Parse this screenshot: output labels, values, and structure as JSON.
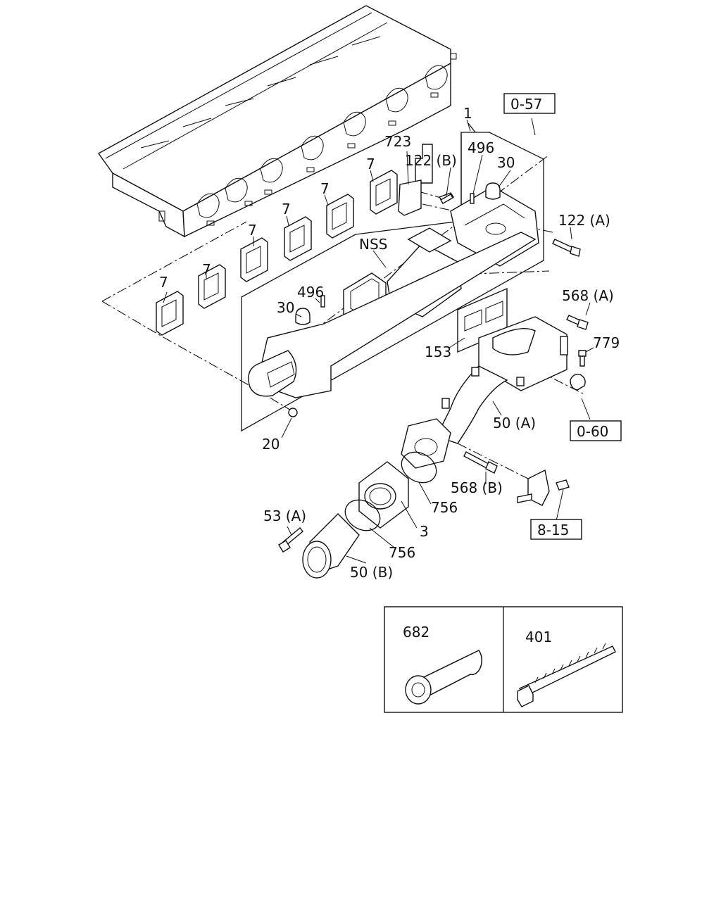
{
  "callouts": {
    "c_1": "1",
    "c_723": "723",
    "c_122b": "122 (B)",
    "c_496_top": "496",
    "c_30_top": "30",
    "c_122a": "122 (A)",
    "c_057": "0-57",
    "c_nss": "NSS",
    "c_7_a": "7",
    "c_7_b": "7",
    "c_7_c": "7",
    "c_7_d": "7",
    "c_7_e": "7",
    "c_7_f": "7",
    "c_496_left": "496",
    "c_30_left": "30",
    "c_568a": "568 (A)",
    "c_779": "779",
    "c_153": "153",
    "c_50a": "50 (A)",
    "c_060": "0-60",
    "c_20": "20",
    "c_568b": "568 (B)",
    "c_756_a": "756",
    "c_815": "8-15",
    "c_53a": "53 (A)",
    "c_3": "3",
    "c_756_b": "756",
    "c_50b": "50 (B)",
    "c_682": "682",
    "c_401": "401"
  }
}
